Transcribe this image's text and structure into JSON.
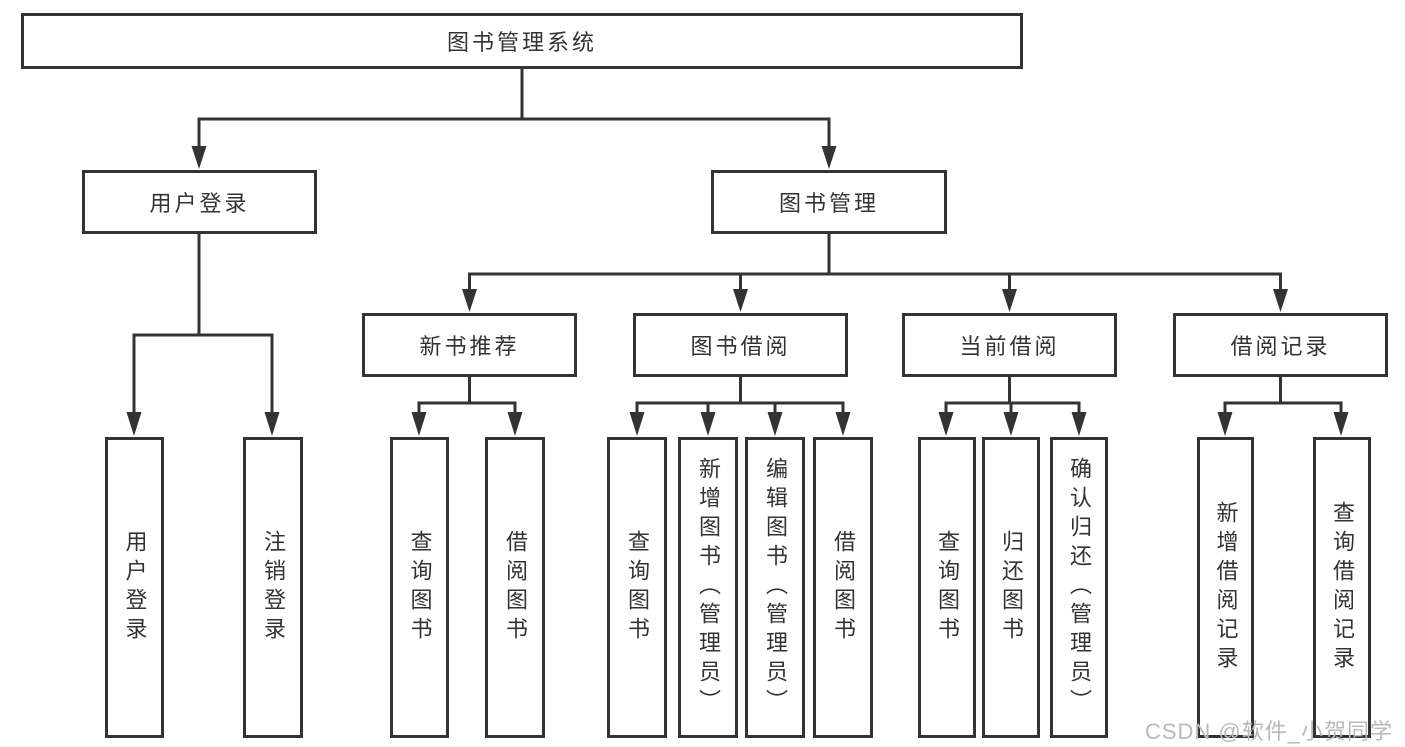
{
  "diagram": {
    "root": {
      "label": "图书管理系统",
      "children": [
        {
          "label": "用户登录",
          "children": [
            {
              "label": "用户登录"
            },
            {
              "label": "注销登录"
            }
          ]
        },
        {
          "label": "图书管理",
          "children": [
            {
              "label": "新书推荐",
              "children": [
                {
                  "label": "查询图书"
                },
                {
                  "label": "借阅图书"
                }
              ]
            },
            {
              "label": "图书借阅",
              "children": [
                {
                  "label": "查询图书"
                },
                {
                  "label": "新增图书（管理员）"
                },
                {
                  "label": "编辑图书（管理员）"
                },
                {
                  "label": "借阅图书"
                }
              ]
            },
            {
              "label": "当前借阅",
              "children": [
                {
                  "label": "查询图书"
                },
                {
                  "label": "归还图书"
                },
                {
                  "label": "确认归还（管理员）"
                }
              ]
            },
            {
              "label": "借阅记录",
              "children": [
                {
                  "label": "新增借阅记录"
                },
                {
                  "label": "查询借阅记录"
                }
              ]
            }
          ]
        }
      ]
    }
  },
  "watermark": {
    "text": "CSDN @软件_小贺同学"
  },
  "colors": {
    "line": "#333333",
    "text": "#333333",
    "background": "#ffffff",
    "watermark": "#b9b9b9"
  }
}
